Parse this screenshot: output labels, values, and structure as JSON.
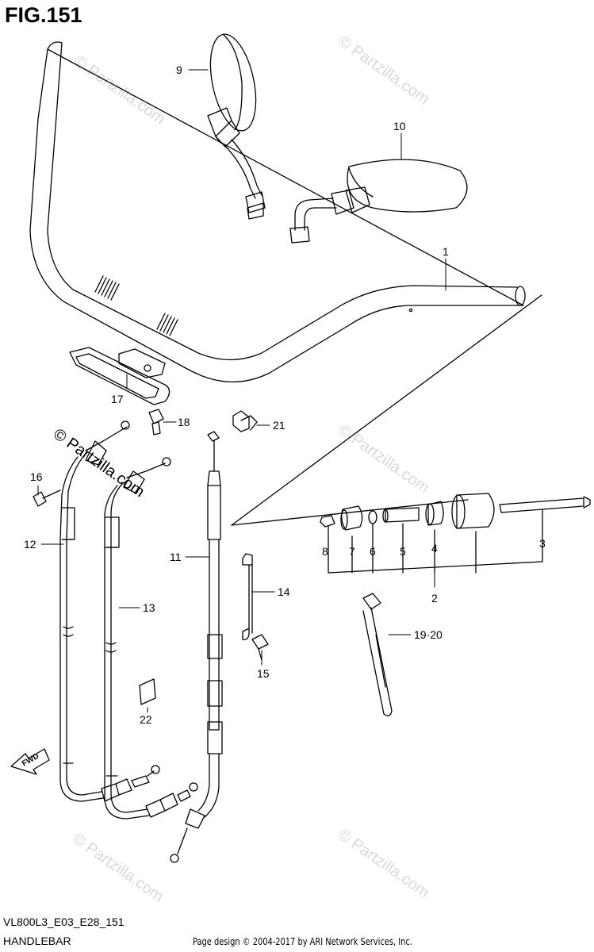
{
  "figure": {
    "title": "FIG.151",
    "model_code": "VL800L3_E03_E28_151",
    "section_name": "HANDLEBAR",
    "copyright": "Page design © 2004-2017 by ARI Network Services, Inc."
  },
  "watermark": {
    "text": "© Partzilla.com",
    "color": "#d9d9d9"
  },
  "fwd_label": "FWD",
  "callouts": {
    "c1": "1",
    "c2": "2",
    "c3": "3",
    "c4": "4",
    "c5": "5",
    "c6": "6",
    "c7": "7",
    "c8": "8",
    "c9": "9",
    "c10": "10",
    "c11": "11",
    "c12": "12",
    "c13": "13",
    "c14": "14",
    "c15": "15",
    "c16": "16",
    "c17": "17",
    "c18": "18",
    "c19_20": "19·20",
    "c21": "21",
    "c22": "22"
  }
}
